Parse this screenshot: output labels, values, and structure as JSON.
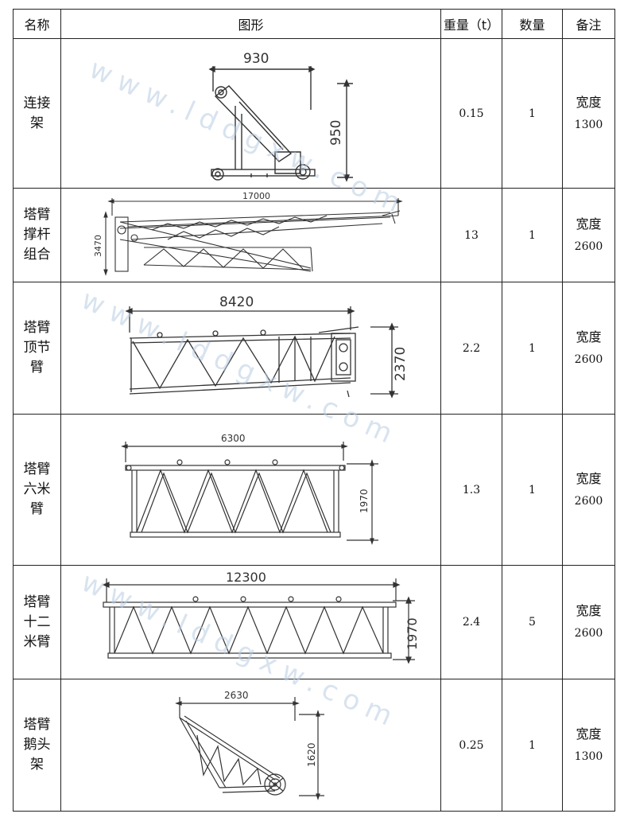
{
  "header": {
    "name": "名称",
    "figure": "图形",
    "weight": "重量（t）",
    "qty": "数量",
    "note": "备注"
  },
  "rows": [
    {
      "name": [
        "连接",
        "架"
      ],
      "dim_w": "930",
      "dim_h": "950",
      "weight": "0.15",
      "qty": "1",
      "note_word": "宽度",
      "note_val": "1300"
    },
    {
      "name": [
        "塔臂",
        "撑杆",
        "组合"
      ],
      "dim_w": "17000",
      "dim_h": "3470",
      "weight": "13",
      "qty": "1",
      "note_word": "宽度",
      "note_val": "2600"
    },
    {
      "name": [
        "塔臂",
        "顶节",
        "臂"
      ],
      "dim_w": "8420",
      "dim_h": "2370",
      "weight": "2.2",
      "qty": "1",
      "note_word": "宽度",
      "note_val": "2600"
    },
    {
      "name": [
        "塔臂",
        "六米",
        "臂"
      ],
      "dim_w": "6300",
      "dim_h": "1970",
      "weight": "1.3",
      "qty": "1",
      "note_word": "宽度",
      "note_val": "2600"
    },
    {
      "name": [
        "塔臂",
        "十二",
        "米臂"
      ],
      "dim_w": "12300",
      "dim_h": "1970",
      "weight": "2.4",
      "qty": "5",
      "note_word": "宽度",
      "note_val": "2600"
    },
    {
      "name": [
        "塔臂",
        "鹅头",
        "架"
      ],
      "dim_w": "2630",
      "dim_h": "1620",
      "weight": "0.25",
      "qty": "1",
      "note_word": "宽度",
      "note_val": "1300"
    }
  ],
  "watermark": [
    "www.lddgxw.com",
    "www.lddgxw.com",
    "www.lddgxw.com"
  ],
  "colors": {
    "line": "#222222",
    "watermark": "#b9cde2"
  }
}
